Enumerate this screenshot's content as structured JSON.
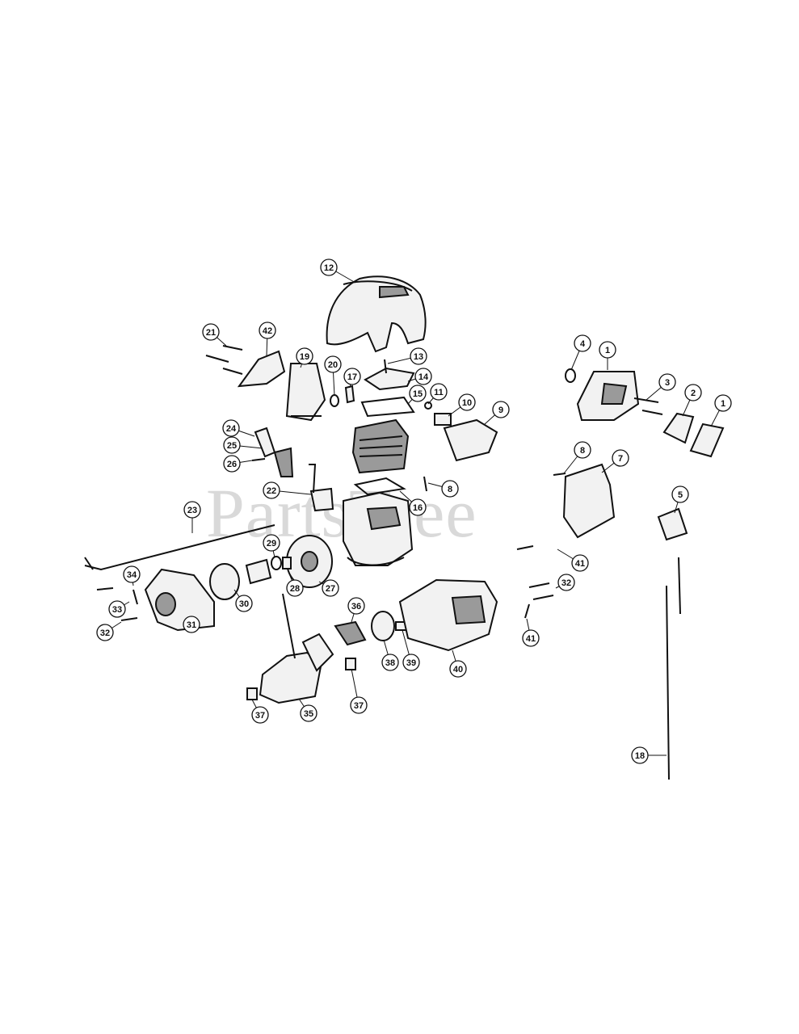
{
  "watermark": "PartsTree",
  "callouts": [
    "1",
    "1",
    "2",
    "3",
    "4",
    "5",
    "7",
    "8",
    "8",
    "9",
    "10",
    "11",
    "12",
    "13",
    "14",
    "15",
    "16",
    "17",
    "18",
    "19",
    "20",
    "21",
    "22",
    "23",
    "24",
    "25",
    "26",
    "27",
    "28",
    "29",
    "30",
    "31",
    "32",
    "32",
    "33",
    "34",
    "35",
    "36",
    "37",
    "37",
    "38",
    "39",
    "40",
    "41",
    "41",
    "42"
  ]
}
